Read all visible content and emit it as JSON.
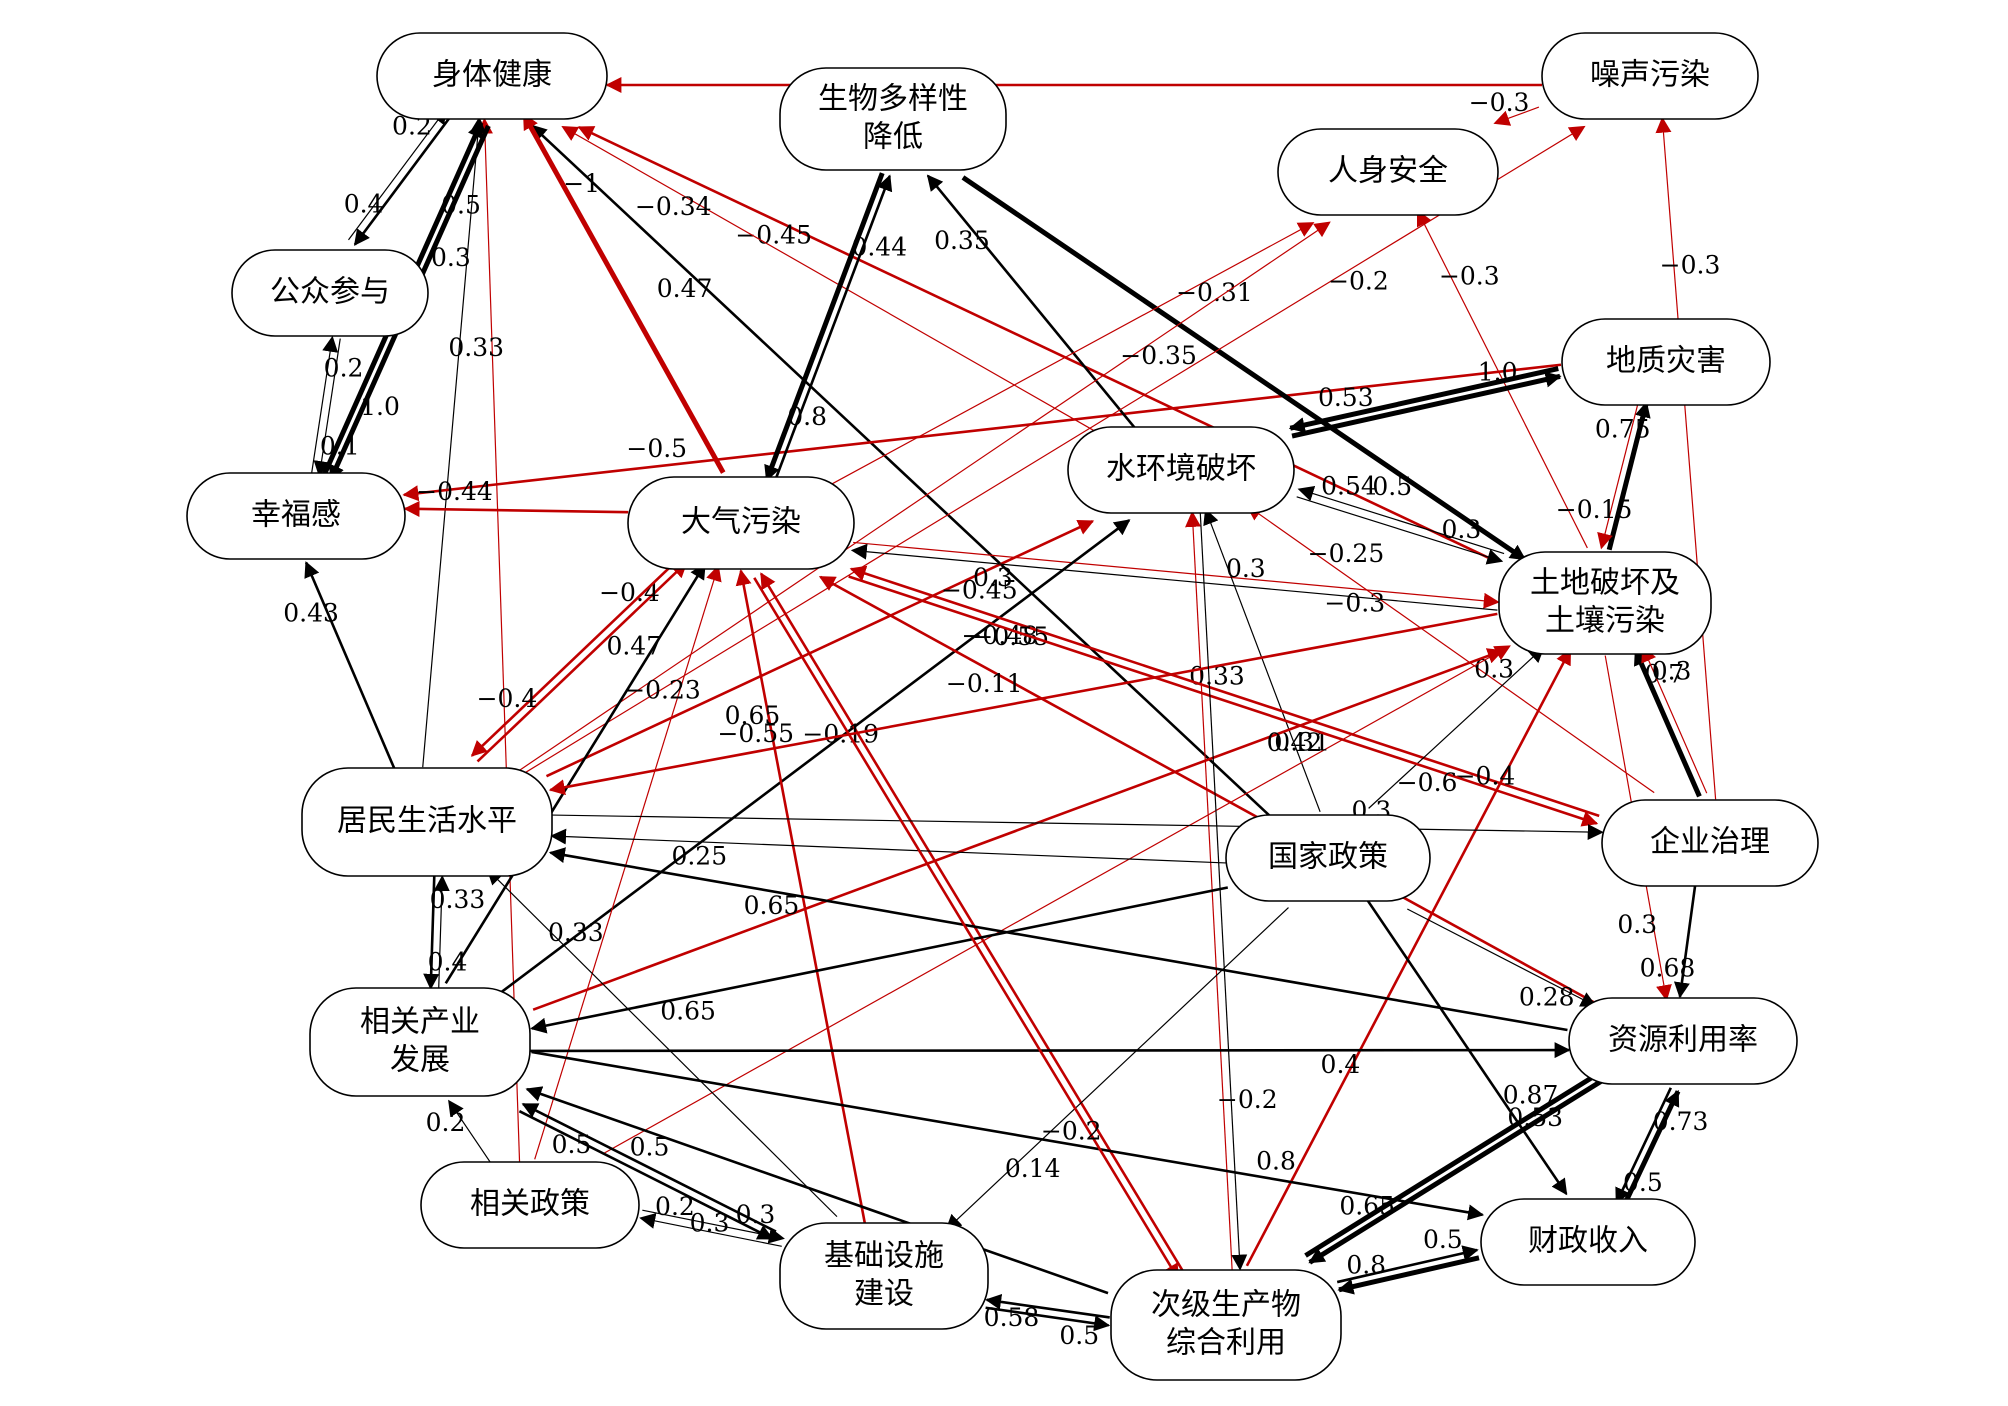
{
  "nodes": [
    {
      "id": "health",
      "lines": [
        "身体健康"
      ]
    },
    {
      "id": "biodiv",
      "lines": [
        "生物多样性",
        "降低"
      ]
    },
    {
      "id": "noise",
      "lines": [
        "噪声污染"
      ]
    },
    {
      "id": "safety",
      "lines": [
        "人身安全"
      ]
    },
    {
      "id": "public",
      "lines": [
        "公众参与"
      ]
    },
    {
      "id": "geo",
      "lines": [
        "地质灾害"
      ]
    },
    {
      "id": "happy",
      "lines": [
        "幸福感"
      ]
    },
    {
      "id": "air",
      "lines": [
        "大气污染"
      ]
    },
    {
      "id": "water",
      "lines": [
        "水环境破坏"
      ]
    },
    {
      "id": "land",
      "lines": [
        "土地破坏及",
        "土壤污染"
      ]
    },
    {
      "id": "living",
      "lines": [
        "居民生活水平"
      ]
    },
    {
      "id": "national",
      "lines": [
        "国家政策"
      ]
    },
    {
      "id": "enterprise",
      "lines": [
        "企业治理"
      ]
    },
    {
      "id": "industry",
      "lines": [
        "相关产业",
        "发展"
      ]
    },
    {
      "id": "resource",
      "lines": [
        "资源利用率"
      ]
    },
    {
      "id": "policy",
      "lines": [
        "相关政策"
      ]
    },
    {
      "id": "infra",
      "lines": [
        "基础设施",
        "建设"
      ]
    },
    {
      "id": "secondary",
      "lines": [
        "次级生产物",
        "综合利用"
      ]
    },
    {
      "id": "finance",
      "lines": [
        "财政收入"
      ]
    }
  ],
  "edges": [
    {
      "from": "noise",
      "to": "health",
      "label": "−0.6",
      "color": "#c00000",
      "weight": 2
    },
    {
      "from": "land",
      "to": "health",
      "label": "−0.45",
      "color": "#c00000",
      "weight": 2
    },
    {
      "from": "water",
      "to": "health",
      "label": "−0.34",
      "color": "#c00000",
      "weight": 1
    },
    {
      "from": "national",
      "to": "health",
      "label": "0.47",
      "color": "#000000",
      "weight": 2
    },
    {
      "from": "policy",
      "to": "health",
      "label": "0.33",
      "color": "#c00000",
      "weight": 1
    },
    {
      "from": "air",
      "to": "health",
      "label": "−1",
      "color": "#c00000",
      "weight": 3
    },
    {
      "from": "living",
      "to": "health",
      "label": "0.3",
      "color": "#000000",
      "weight": 1
    },
    {
      "from": "happy",
      "to": "health",
      "label": "0.5",
      "color": "#000000",
      "weight": 3
    },
    {
      "from": "health",
      "to": "public",
      "label": "0.4",
      "color": "#000000",
      "weight": 2
    },
    {
      "from": "public",
      "to": "health",
      "label": "0.2",
      "color": "#000000",
      "weight": 1
    },
    {
      "from": "happy",
      "to": "public",
      "label": "0.2",
      "color": "#000000",
      "weight": 1
    },
    {
      "from": "health",
      "to": "happy",
      "label": "1.0",
      "color": "#000000",
      "weight": 3
    },
    {
      "from": "public",
      "to": "happy",
      "label": "0.1",
      "color": "#000000",
      "weight": 1
    },
    {
      "from": "geo",
      "to": "happy",
      "label": "−0.5",
      "color": "#c00000",
      "weight": 2
    },
    {
      "from": "air",
      "to": "happy",
      "label": "−0.44",
      "color": "#c00000",
      "weight": 2
    },
    {
      "from": "living",
      "to": "happy",
      "label": "0.43",
      "color": "#000000",
      "weight": 2
    },
    {
      "from": "biodiv",
      "to": "air",
      "label": "0.8",
      "color": "#000000",
      "weight": 3
    },
    {
      "from": "air",
      "to": "biodiv",
      "label": "0.44",
      "color": "#000000",
      "weight": 2
    },
    {
      "from": "water",
      "to": "biodiv",
      "label": "0.35",
      "color": "#000000",
      "weight": 2
    },
    {
      "from": "biodiv",
      "to": "land",
      "label": "0.5",
      "color": "#000000",
      "weight": 3
    },
    {
      "from": "noise",
      "to": "safety",
      "label": "−0.3",
      "color": "#c00000",
      "weight": 1
    },
    {
      "from": "air",
      "to": "safety",
      "label": "−0.31",
      "color": "#c00000",
      "weight": 1
    },
    {
      "from": "living",
      "to": "safety",
      "label": "−0.35",
      "color": "#c00000",
      "weight": 1
    },
    {
      "from": "land",
      "to": "safety",
      "label": "−0.3",
      "color": "#c00000",
      "weight": 1
    },
    {
      "from": "living",
      "to": "noise",
      "label": "−0.2",
      "color": "#c00000",
      "weight": 1
    },
    {
      "from": "enterprise",
      "to": "noise",
      "label": "−0.3",
      "color": "#c00000",
      "weight": 1
    },
    {
      "from": "land",
      "to": "geo",
      "label": "0.75",
      "color": "#000000",
      "weight": 3
    },
    {
      "from": "geo",
      "to": "land",
      "label": "−0.15",
      "color": "#c00000",
      "weight": 1
    },
    {
      "from": "water",
      "to": "geo",
      "label": "1.0",
      "color": "#000000",
      "weight": 3
    },
    {
      "from": "geo",
      "to": "water",
      "label": "0.53",
      "color": "#000000",
      "weight": 3
    },
    {
      "from": "water",
      "to": "land",
      "label": "0.3",
      "color": "#000000",
      "weight": 1
    },
    {
      "from": "land",
      "to": "water",
      "label": "0.54",
      "color": "#000000",
      "weight": 1
    },
    {
      "from": "air",
      "to": "land",
      "label": "−0.3",
      "color": "#c00000",
      "weight": 1
    },
    {
      "from": "national",
      "to": "water",
      "label": "0.3",
      "color": "#000000",
      "weight": 1
    },
    {
      "from": "enterprise",
      "to": "water",
      "label": "−0.25",
      "color": "#c00000",
      "weight": 1
    },
    {
      "from": "secondary",
      "to": "water",
      "label": "0.33",
      "color": "#c00000",
      "weight": 1
    },
    {
      "from": "living",
      "to": "water",
      "label": "−0.45",
      "color": "#c00000",
      "weight": 2
    },
    {
      "from": "industry",
      "to": "water",
      "label": "−0.48",
      "color": "#000000",
      "weight": 2
    },
    {
      "from": "land",
      "to": "air",
      "label": "0.3",
      "color": "#000000",
      "weight": 1
    },
    {
      "from": "enterprise",
      "to": "air",
      "label": "−0.55",
      "color": "#c00000",
      "weight": 2
    },
    {
      "from": "secondary",
      "to": "air",
      "label": "−0.19",
      "color": "#c00000",
      "weight": 2
    },
    {
      "from": "infra",
      "to": "air",
      "label": "0.65",
      "color": "#c00000",
      "weight": 2
    },
    {
      "from": "policy",
      "to": "air",
      "label": "−0.23",
      "color": "#c00000",
      "weight": 1
    },
    {
      "from": "industry",
      "to": "air",
      "label": "0.47",
      "color": "#000000",
      "weight": 2
    },
    {
      "from": "living",
      "to": "air",
      "label": "−0.4",
      "color": "#c00000",
      "weight": 2
    },
    {
      "from": "resource",
      "to": "air",
      "label": "−0.11",
      "color": "#c00000",
      "weight": 2
    },
    {
      "from": "air",
      "to": "living",
      "label": "−0.4",
      "color": "#c00000",
      "weight": 2
    },
    {
      "from": "land",
      "to": "living",
      "label": "−0.55",
      "color": "#c00000",
      "weight": 2
    },
    {
      "from": "enterprise",
      "to": "land",
      "label": "0.7",
      "color": "#000000",
      "weight": 3
    },
    {
      "from": "national",
      "to": "land",
      "label": "0.3",
      "color": "#000000",
      "weight": 1
    },
    {
      "from": "enterprise",
      "to": "land",
      "label": "0.3",
      "color": "#c00000",
      "weight": 1
    },
    {
      "from": "policy",
      "to": "land",
      "label": "0.31",
      "color": "#c00000",
      "weight": 1
    },
    {
      "from": "industry",
      "to": "land",
      "label": "0.42",
      "color": "#c00000",
      "weight": 2
    },
    {
      "from": "secondary",
      "to": "land",
      "label": "−0.4",
      "color": "#c00000",
      "weight": 2
    },
    {
      "from": "air",
      "to": "enterprise",
      "label": "−0.6",
      "color": "#c00000",
      "weight": 2
    },
    {
      "from": "land",
      "to": "resource",
      "label": "0.3",
      "color": "#c00000",
      "weight": 1
    },
    {
      "from": "enterprise",
      "to": "resource",
      "label": "0.68",
      "color": "#000000",
      "weight": 2
    },
    {
      "from": "national",
      "to": "resource",
      "label": "0.28",
      "color": "#000000",
      "weight": 1
    },
    {
      "from": "living",
      "to": "enterprise",
      "label": "0.3",
      "color": "#000000",
      "weight": 1
    },
    {
      "from": "national",
      "to": "living",
      "label": "0.25",
      "color": "#000000",
      "weight": 1
    },
    {
      "from": "resource",
      "to": "living",
      "label": "0.65",
      "color": "#000000",
      "weight": 2
    },
    {
      "from": "living",
      "to": "industry",
      "label": "0.4",
      "color": "#000000",
      "weight": 2
    },
    {
      "from": "industry",
      "to": "living",
      "label": "0.33",
      "color": "#000000",
      "weight": 1
    },
    {
      "from": "infra",
      "to": "living",
      "label": "0.33",
      "color": "#000000",
      "weight": 1
    },
    {
      "from": "national",
      "to": "industry",
      "label": "0.65",
      "color": "#000000",
      "weight": 2
    },
    {
      "from": "secondary",
      "to": "industry",
      "label": "0.5",
      "color": "#000000",
      "weight": 2
    },
    {
      "from": "policy",
      "to": "industry",
      "label": "0.2",
      "color": "#000000",
      "weight": 1
    },
    {
      "from": "infra",
      "to": "industry",
      "label": "0.5",
      "color": "#000000",
      "weight": 2
    },
    {
      "from": "industry",
      "to": "resource",
      "label": "0.4",
      "color": "#000000",
      "weight": 2
    },
    {
      "from": "resource",
      "to": "finance",
      "label": "0.5",
      "color": "#000000",
      "weight": 2
    },
    {
      "from": "finance",
      "to": "resource",
      "label": "0.73",
      "color": "#000000",
      "weight": 3
    },
    {
      "from": "resource",
      "to": "secondary",
      "label": "0.65",
      "color": "#000000",
      "weight": 3
    },
    {
      "from": "secondary",
      "to": "resource",
      "label": "0.87",
      "color": "#000000",
      "weight": 3
    },
    {
      "from": "finance",
      "to": "secondary",
      "label": "0.8",
      "color": "#000000",
      "weight": 3
    },
    {
      "from": "secondary",
      "to": "finance",
      "label": "0.5",
      "color": "#000000",
      "weight": 2
    },
    {
      "from": "industry",
      "to": "finance",
      "label": "0.8",
      "color": "#000000",
      "weight": 2
    },
    {
      "from": "national",
      "to": "finance",
      "label": "0.53",
      "color": "#000000",
      "weight": 2
    },
    {
      "from": "industry",
      "to": "infra",
      "label": "0.3",
      "color": "#000000",
      "weight": 2
    },
    {
      "from": "secondary",
      "to": "infra",
      "label": "0.58",
      "color": "#000000",
      "weight": 2
    },
    {
      "from": "infra",
      "to": "secondary",
      "label": "0.5",
      "color": "#000000",
      "weight": 2
    },
    {
      "from": "infra",
      "to": "policy",
      "label": "0.2",
      "color": "#000000",
      "weight": 1
    },
    {
      "from": "policy",
      "to": "infra",
      "label": "0.3",
      "color": "#000000",
      "weight": 1
    },
    {
      "from": "national",
      "to": "infra",
      "label": "0.14",
      "color": "#000000",
      "weight": 1
    },
    {
      "from": "air",
      "to": "secondary",
      "label": "−0.2",
      "color": "#c00000",
      "weight": 2
    },
    {
      "from": "water",
      "to": "secondary",
      "label": "−0.2",
      "color": "#000000",
      "weight": 1
    }
  ]
}
